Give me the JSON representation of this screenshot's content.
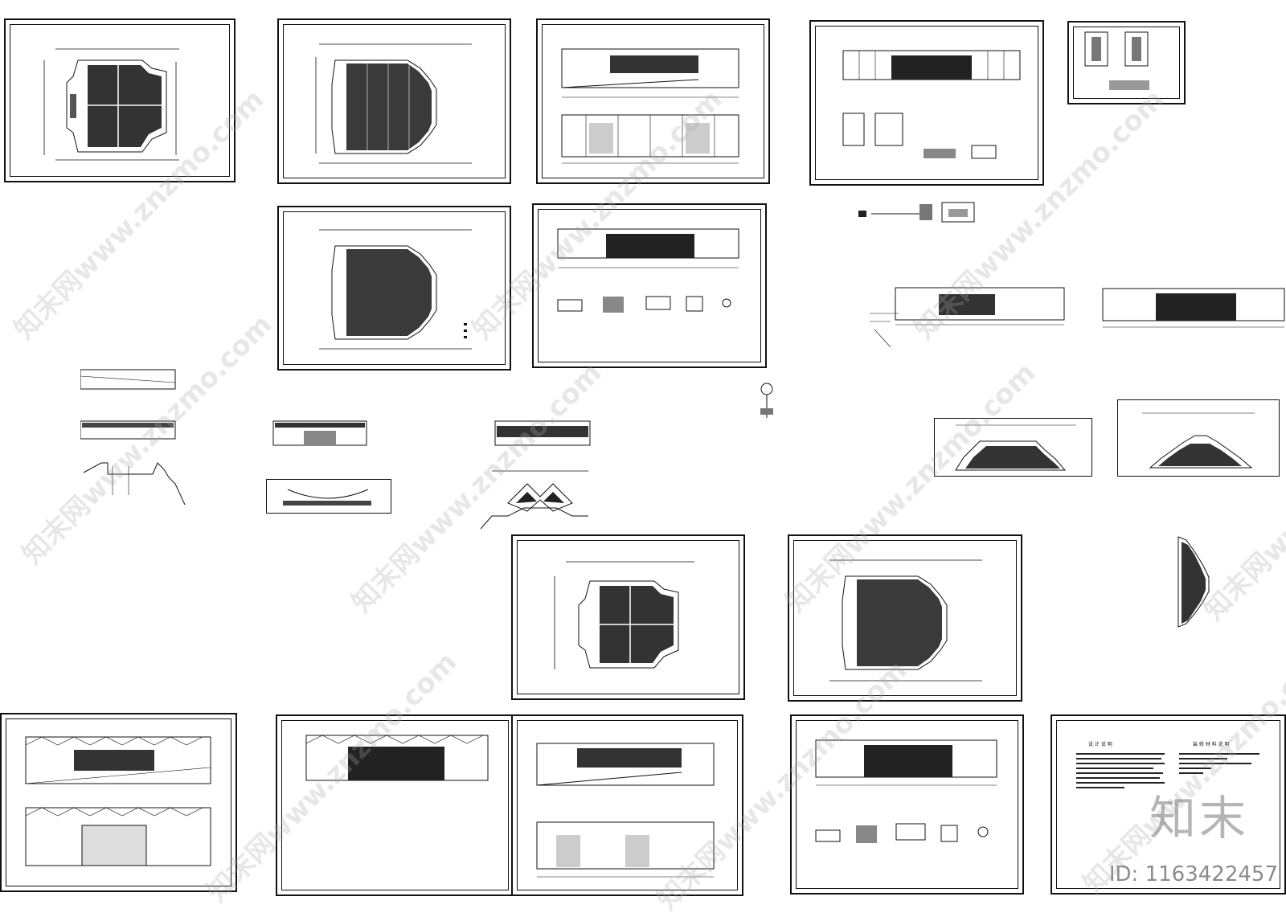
{
  "notes": {
    "left_title": "设 计 说 明",
    "right_title": "装 修 材 料 说 明"
  },
  "watermark": {
    "text": "知末网www.znzmo.com",
    "brand": "知末",
    "id_label": "ID: 1163422457"
  }
}
